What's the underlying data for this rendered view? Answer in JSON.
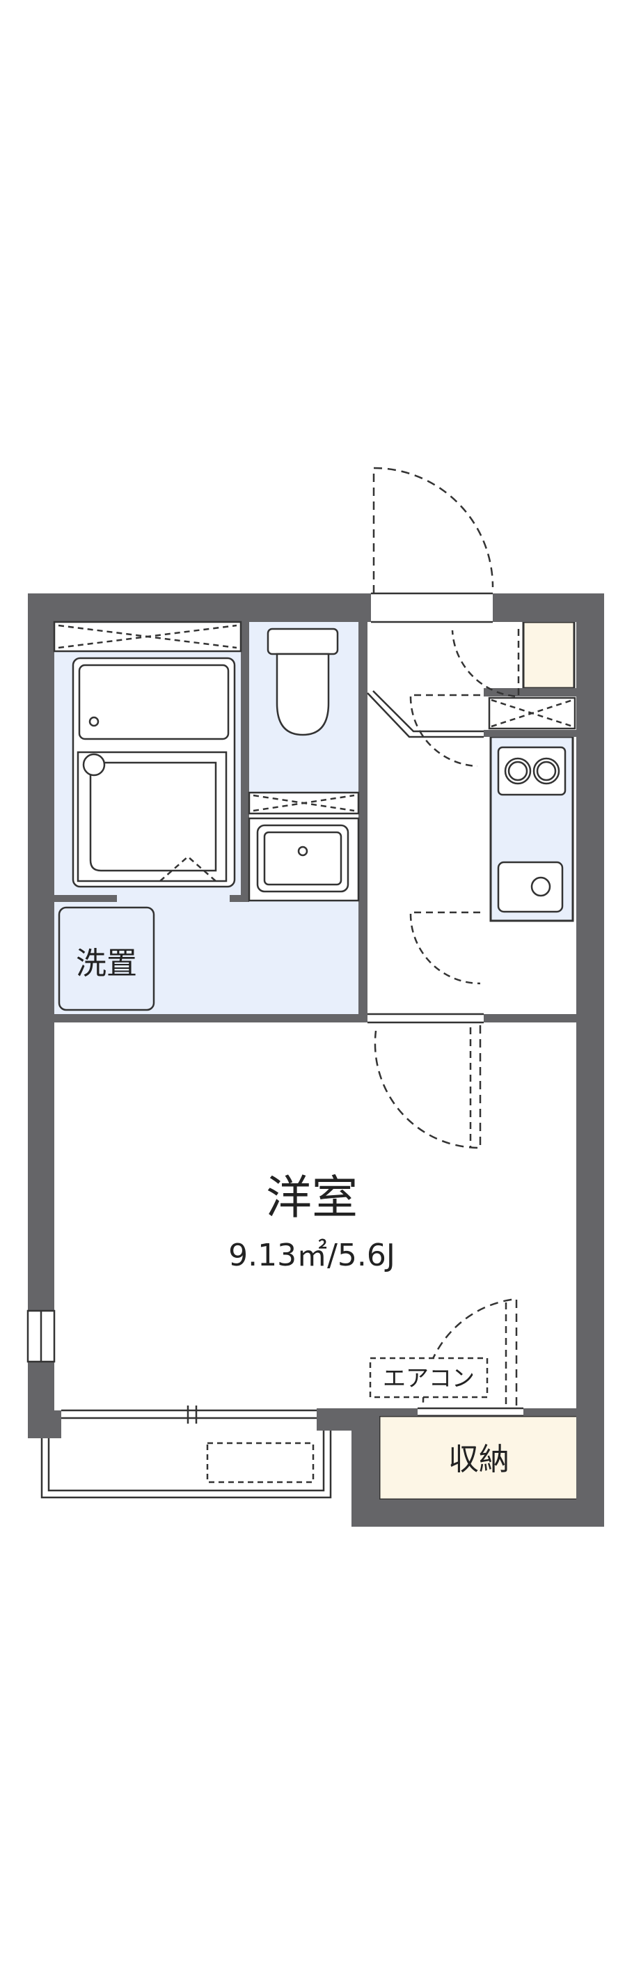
{
  "rooms": {
    "western": {
      "name": "洋室",
      "area": "9.13㎡/5.6J"
    },
    "washroom": {
      "label": "洗置"
    },
    "storage": {
      "label": "収納"
    },
    "aircon": {
      "label": "エアコン"
    }
  },
  "colors": {
    "wall": "#656568",
    "wet_area": "#e8effb",
    "storage_fill": "#fdf6e6",
    "line": "#333333",
    "background": "#ffffff"
  }
}
